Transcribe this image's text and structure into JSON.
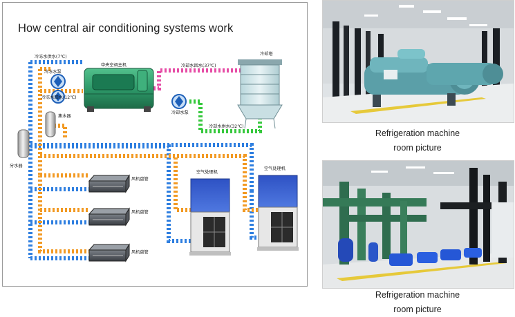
{
  "diagram": {
    "title": "How central air conditioning systems work",
    "labels": {
      "chilled_supply": "冷冻水供水(7℃)",
      "chilled_pump": "冷冻水泵",
      "chilled_return": "冷冻水回水(12℃)",
      "chiller": "中央空调主机",
      "cooling_return": "冷却水回水(37℃)",
      "cooling_tower": "冷却塔",
      "cooling_pump": "冷却水泵",
      "cooling_supply": "冷却水供水(32℃)",
      "collector": "集水器",
      "distributor": "分水器",
      "fcu_1": "风机盘管",
      "fcu_2": "风机盘管",
      "fcu_3": "风机盘管",
      "ahu_1": "空气处理机",
      "ahu_2": "空气处理机"
    },
    "colors": {
      "chilled_supply_pipe": "#2f7fe0",
      "return_pipe": "#f29a24",
      "cooling_return_pipe": "#e64da6",
      "cooling_supply_pipe": "#36c83d",
      "chiller_body": "#2e9a6a",
      "ahu_top": "#3357c9"
    }
  },
  "photos": [
    {
      "caption_line1": "Refrigeration machine",
      "caption_line2": "room picture"
    },
    {
      "caption_line1": "Refrigeration machine",
      "caption_line2": "room picture"
    }
  ]
}
